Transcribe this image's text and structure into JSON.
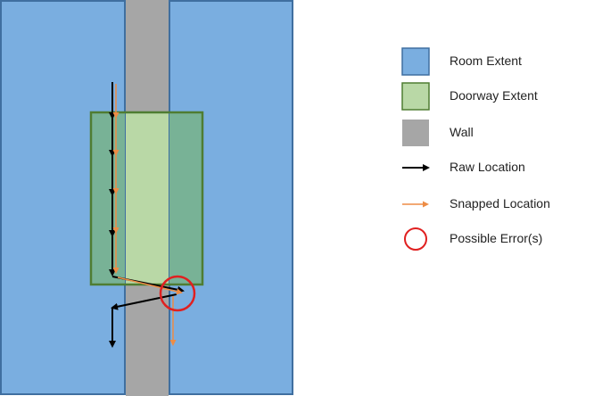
{
  "legend": [
    {
      "key": "room",
      "label": "Room Extent"
    },
    {
      "key": "doorway",
      "label": "Doorway Extent"
    },
    {
      "key": "wall",
      "label": "Wall"
    },
    {
      "key": "raw",
      "label": "Raw Location"
    },
    {
      "key": "snapped",
      "label": "Snapped Location"
    },
    {
      "key": "error",
      "label": "Possible Error(s)"
    }
  ],
  "colors": {
    "room_fill": "#7aaee0",
    "room_stroke": "#3f6fa0",
    "doorway_fill": "#b9d8a6",
    "doorway_stroke": "#4f7d32",
    "doorway_over_room": "#78b296",
    "wall": "#a6a6a6",
    "raw_arrow": "#000000",
    "snapped_arrow": "#ed8c45",
    "error_circle": "#e02020"
  }
}
